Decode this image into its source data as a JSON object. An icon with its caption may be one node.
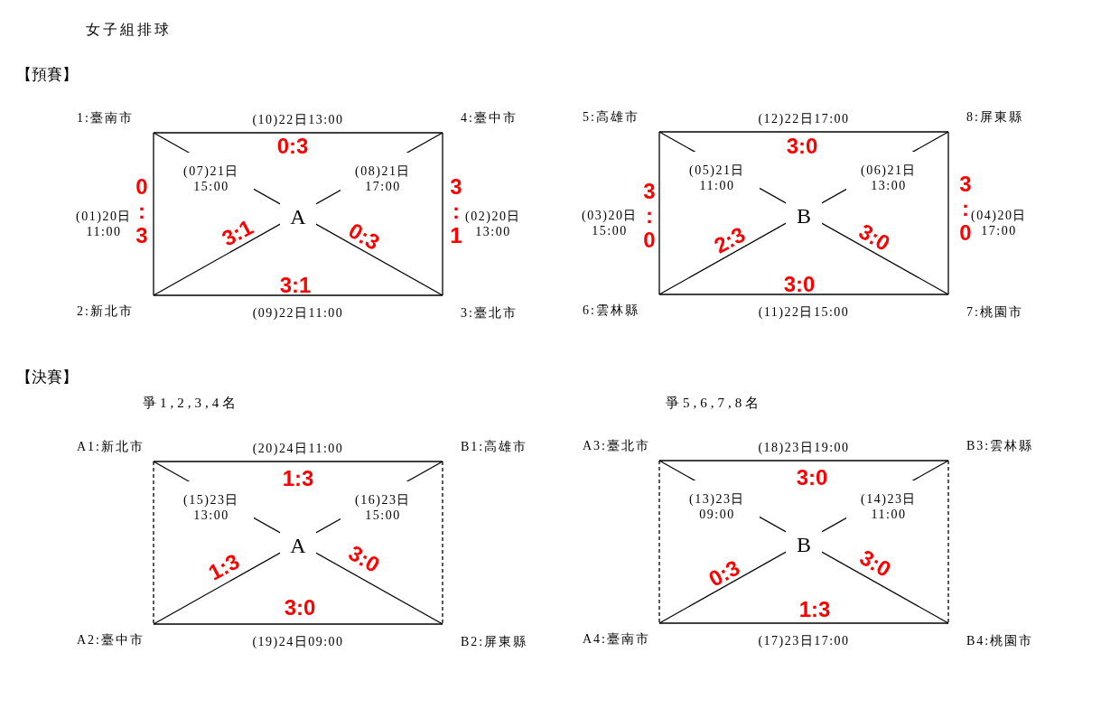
{
  "diagram": {
    "title": "女子組排球",
    "nodes": [
      {
        "text": [
          "1:臺南市"
        ]
      },
      {
        "text": [
          "4:臺中市"
        ]
      },
      {
        "text": [
          "5:高雄市"
        ]
      },
      {
        "text": [
          "8:屏東縣"
        ]
      },
      {
        "text": [
          "2:新北市"
        ]
      },
      {
        "text": [
          "3:臺北市"
        ]
      },
      {
        "text": [
          "6:雲林縣"
        ]
      },
      {
        "text": [
          "7:桃園市"
        ]
      },
      {
        "text": [
          "A1:新北市"
        ]
      },
      {
        "text": [
          "B1:高雄市"
        ]
      },
      {
        "text": [
          "A3:臺北市"
        ]
      },
      {
        "text": [
          "B3:雲林縣"
        ]
      },
      {
        "text": [
          "A2:臺中市"
        ]
      },
      {
        "text": [
          "B2:屏東縣"
        ]
      },
      {
        "text": [
          "A4:臺南市"
        ]
      },
      {
        "text": [
          "B4:桃園市"
        ]
      }
    ],
    "edges": [
      {
        "from": 0,
        "to": 4,
        "arrow": "none",
        "label": "(01)20日 11:00"
      },
      {
        "from": 1,
        "to": 5,
        "arrow": "none",
        "label": "(02)20日 13:00"
      },
      {
        "from": 0,
        "to": 5,
        "arrow": "none",
        "label": "(07)21日 15:00"
      },
      {
        "from": 1,
        "to": 4,
        "arrow": "none",
        "label": "(08)21日 17:00"
      },
      {
        "from": 4,
        "to": 5,
        "arrow": "none",
        "label": "(09)22日11:00"
      },
      {
        "from": 0,
        "to": 1,
        "arrow": "none",
        "label": "(10)22日13:00"
      },
      {
        "from": 2,
        "to": 6,
        "arrow": "none",
        "label": "(03)20日 15:00"
      },
      {
        "from": 3,
        "to": 7,
        "arrow": "none",
        "label": "(04)20日 17:00"
      },
      {
        "from": 2,
        "to": 7,
        "arrow": "none",
        "label": "(05)21日 11:00"
      },
      {
        "from": 3,
        "to": 6,
        "arrow": "none",
        "label": "(06)21日 13:00"
      },
      {
        "from": 6,
        "to": 7,
        "arrow": "none",
        "label": "(11)22日15:00"
      },
      {
        "from": 2,
        "to": 3,
        "arrow": "none",
        "label": "(12)22日17:00"
      },
      {
        "from": 8,
        "to": 12,
        "arrow": "none",
        "style": "dashed"
      },
      {
        "from": 9,
        "to": 13,
        "arrow": "none",
        "style": "dashed"
      },
      {
        "from": 8,
        "to": 13,
        "arrow": "none",
        "label": "(15)23日 13:00"
      },
      {
        "from": 9,
        "to": 12,
        "arrow": "none",
        "label": "(16)23日 15:00"
      },
      {
        "from": 12,
        "to": 13,
        "arrow": "none",
        "label": "(19)24日09:00"
      },
      {
        "from": 8,
        "to": 9,
        "arrow": "none",
        "label": "(20)24日11:00"
      },
      {
        "from": 10,
        "to": 14,
        "arrow": "none",
        "style": "dashed"
      },
      {
        "from": 11,
        "to": 15,
        "arrow": "none",
        "style": "dashed"
      },
      {
        "from": 10,
        "to": 15,
        "arrow": "none",
        "label": "(13)23日 09:00"
      },
      {
        "from": 11,
        "to": 14,
        "arrow": "none",
        "label": "(14)23日 11:00"
      },
      {
        "from": 14,
        "to": 15,
        "arrow": "none",
        "label": "(17)23日17:00"
      },
      {
        "from": 10,
        "to": 11,
        "arrow": "none",
        "label": "(18)23日19:00"
      }
    ],
    "labels": [
      "【預賽】",
      "0:3",
      "0:3",
      "3:1",
      "A",
      "3:1",
      "0:3",
      "3:1",
      "3:0",
      "3:0",
      "3:0",
      "B",
      "2:3",
      "3:0",
      "3:0",
      "【決賽】",
      "爭1,2,3,4名",
      "爭5,6,7,8名",
      "1:3",
      "A",
      "1:3",
      "3:0",
      "3:0",
      "3:0",
      "B",
      "0:3",
      "3:0",
      "1:3"
    ]
  }
}
